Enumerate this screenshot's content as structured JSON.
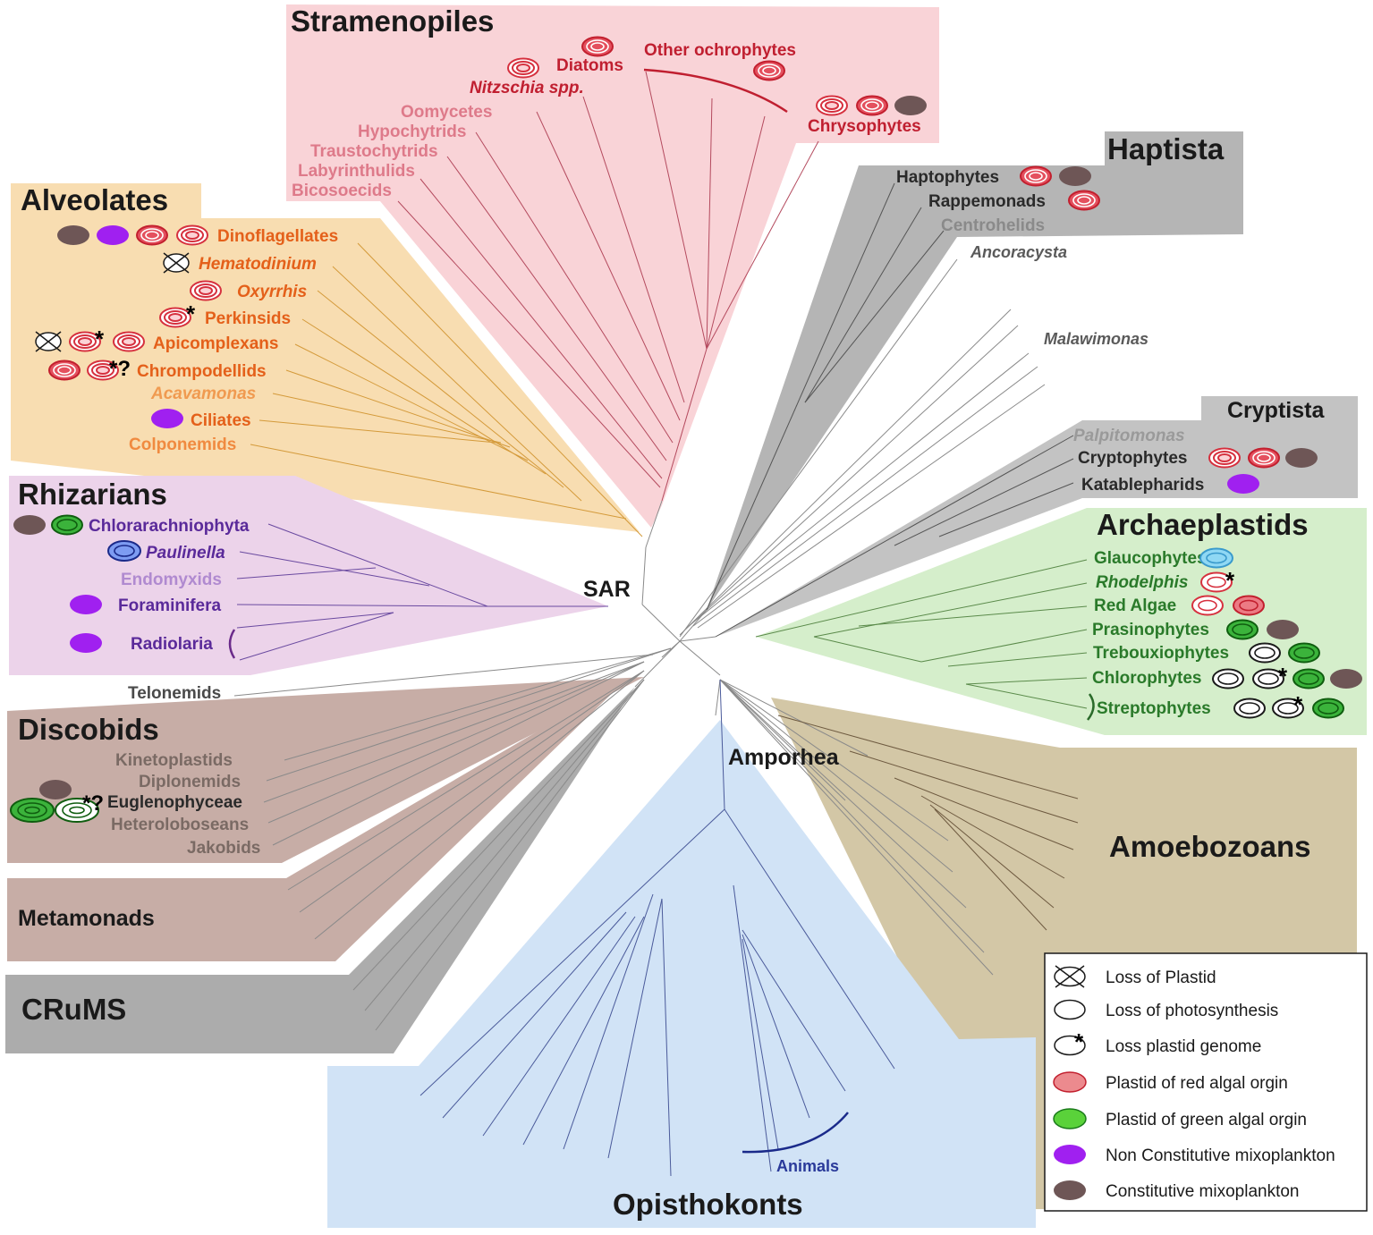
{
  "supergroups": {
    "stramenopiles": "Stramenopiles",
    "haptista": "Haptista",
    "alveolates": "Alveolates",
    "cryptista": "Cryptista",
    "rhizarians": "Rhizarians",
    "archaeplastids": "Archaeplastids",
    "discobids": "Discobids",
    "amoebozoans": "Amoebozoans",
    "metamonads": "Metamonads",
    "crums": "CRuMS",
    "opisthokonts": "Opisthokonts"
  },
  "clade_labels": {
    "sar": "SAR",
    "amorphea": "Amporhea"
  },
  "stramenopiles": {
    "diatoms": "Diatoms",
    "nitzschia": "Nitzschia spp.",
    "other_ochrophytes": "Other ochrophytes",
    "chrysophytes": "Chrysophytes",
    "oomycetes": "Oomycetes",
    "hypochytrids": "Hypochytrids",
    "traustochytrids": "Traustochytrids",
    "labyrinthulids": "Labyrinthulids",
    "bicosoecids": "Bicosoecids"
  },
  "haptista": {
    "haptophytes": "Haptophytes",
    "rappemonads": "Rappemonads",
    "centrohelids": "Centrohelids"
  },
  "orphans": {
    "ancoracysta": "Ancoracysta",
    "malawimonas": "Malawimonas",
    "telonemids": "Telonemids"
  },
  "alveolates": {
    "dinoflagellates": "Dinoflagellates",
    "hematodinium": "Hematodinium",
    "oxyrrhis": "Oxyrrhis",
    "perkinsids": "Perkinsids",
    "apicomplexans": "Apicomplexans",
    "chrompodellids": "Chrompodellids",
    "acavamonas": "Acavamonas",
    "ciliates": "Ciliates",
    "colponemids": "Colponemids"
  },
  "cryptista": {
    "palpitomonas": "Palpitomonas",
    "cryptophytes": "Cryptophytes",
    "katablepharids": "Katablepharids"
  },
  "rhizarians": {
    "chlorarachniophyta": "Chlorarachniophyta",
    "paulinella": "Paulinella",
    "endomyxids": "Endomyxids",
    "foraminifera": "Foraminifera",
    "radiolaria": "Radiolaria"
  },
  "archaeplastids": {
    "glaucophytes": "Glaucophytes",
    "rhodelphis": "Rhodelphis",
    "red_algae": "Red Algae",
    "prasinophytes": "Prasinophytes",
    "trebouxiophytes": "Trebouxiophytes",
    "chlorophytes": "Chlorophytes",
    "streptophytes": "Streptophytes"
  },
  "discobids": {
    "kinetoplastids": "Kinetoplastids",
    "diplonemids": "Diplonemids",
    "euglenophyceae": "Euglenophyceae",
    "heterolobosea": "Heteroloboseans",
    "jakobids": "Jakobids"
  },
  "opisthokonts": {
    "animals": "Animals"
  },
  "marks": {
    "asterisk": "*",
    "question": "?",
    "asterisk_question": "*?"
  },
  "legend": {
    "loss_plastid": "Loss of Plastid",
    "loss_photosynthesis": "Loss of photosynthesis",
    "loss_genome": "Loss plastid genome",
    "red_origin": "Plastid of red algal orgin",
    "green_origin": "Plastid of green algal orgin",
    "ncm": "Non Constitutive mixoplankton",
    "cm": "Constitutive mixoplankton"
  },
  "colors": {
    "stramenopiles_bg": "#f9d3d7",
    "haptista_bg": "#b5b5b5",
    "alveolates_bg": "#f8ddb1",
    "cryptista_bg": "#c3c3c3",
    "rhizarians_bg": "#ecd3ea",
    "archaeplastids_bg": "#d5eecb",
    "discobids_bg": "#c7ada6",
    "amoebozoans_bg": "#d3c7a6",
    "crums_bg": "#acacac",
    "opisthokonts_bg": "#d1e3f6",
    "red_plastid": "#e45060",
    "green_plastid": "#3bb33b",
    "ncm": "#a020f0",
    "cm": "#6e5656",
    "glaucophyte_plastid": "#8fd8f4",
    "paulinella_plastid": "#7d9cf2"
  }
}
